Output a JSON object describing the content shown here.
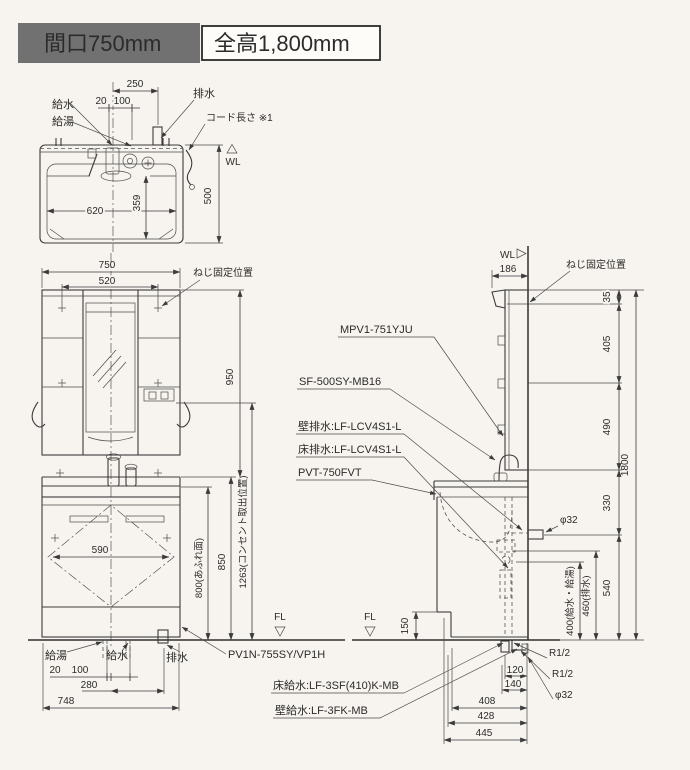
{
  "header": {
    "width_label": "間口750mm",
    "height_label": "全高1,800mm"
  },
  "plan": {
    "d250": "250",
    "d20": "20",
    "d100": "100",
    "d620": "620",
    "d359": "359",
    "d500": "500",
    "water": "給水",
    "hot": "給湯",
    "drain": "排水",
    "cord": "コード長さ ※1",
    "wl": "WL"
  },
  "front": {
    "d750": "750",
    "d520": "520",
    "d950": "950",
    "d850": "850",
    "d800": "800(あふれ面)",
    "d1263": "1263(コンセント取出位置)",
    "d590": "590",
    "d20": "20",
    "d100": "100",
    "d280": "280",
    "d748": "748",
    "screw": "ねじ固定位置",
    "fl": "FL",
    "hot": "給湯",
    "water": "給水",
    "drain": "排水",
    "model": "PV1N-755SY/VP1H"
  },
  "side": {
    "wl": "WL",
    "d186": "186",
    "screw": "ねじ固定位置",
    "d35": "35",
    "d405": "405",
    "d490": "490",
    "d330": "330",
    "d540": "540",
    "d1800": "1800",
    "phi32_upper": "φ32",
    "d400": "400(給水・給湯)",
    "d460": "460(排水)",
    "d150": "150",
    "fl": "FL",
    "r12_upper": "R1/2",
    "r12_lower": "R1/2",
    "phi32_lower": "φ32",
    "d120": "120",
    "d140": "140",
    "d408": "408",
    "d428": "428",
    "d445": "445"
  },
  "parts": {
    "mirror_cabinet": "MPV1-751YJU",
    "faucet": "SF-500SY-MB16",
    "wall_drain": "壁排水:LF-LCV4S1-L",
    "floor_drain": "床排水:LF-LCV4S1-L",
    "counter": "PVT-750FVT",
    "floor_supply": "床給水:LF-3SF(410)K-MB",
    "wall_supply": "壁給水:LF-3FK-MB"
  },
  "colors": {
    "background": "#f7f4ef",
    "badge_bg": "#717171",
    "badge_text": "#ffffff",
    "line": "#3b3b3b"
  }
}
